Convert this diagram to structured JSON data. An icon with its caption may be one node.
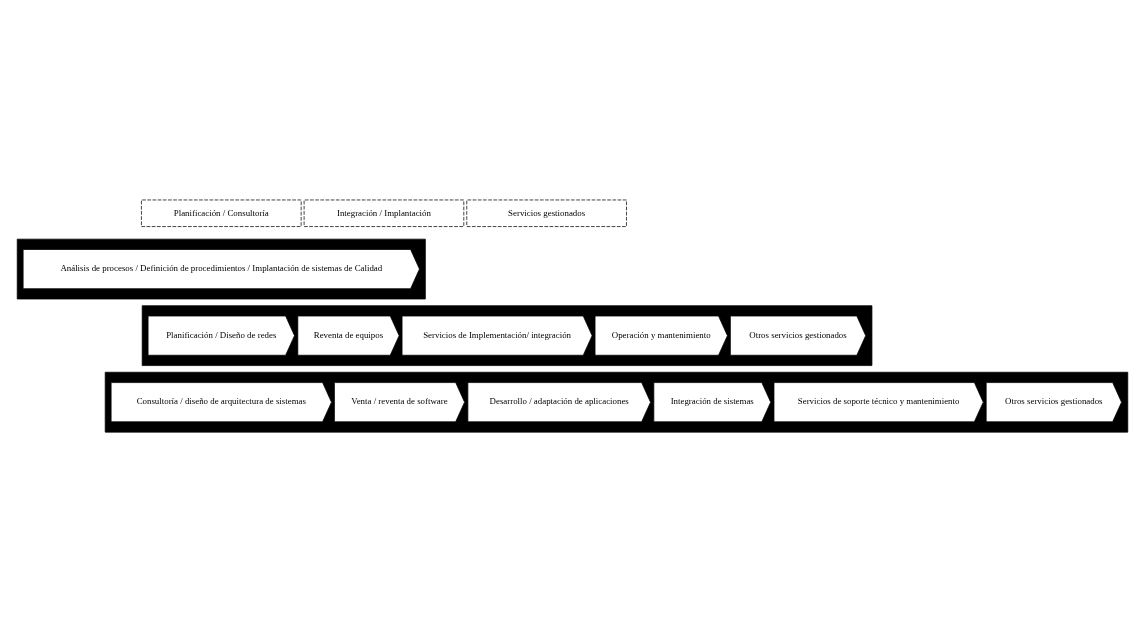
{
  "diagram": {
    "nodes": [
      {
        "text": [
          "Planificación / Consultoría"
        ]
      },
      {
        "text": [
          "Integración / Implantación"
        ]
      },
      {
        "text": [
          "Servicios gestionados"
        ]
      },
      {
        "text": [],
        "shape": "arrow"
      },
      {
        "text": [
          "Análisis de procesos / Definición de procedimientos / Implantación de sistemas de Calidad"
        ],
        "in": 3
      },
      {
        "text": [],
        "shape": "arrow"
      },
      {
        "text": [
          "Planificación / Diseño de redes"
        ],
        "in": 5
      },
      {
        "text": [
          "Reventa de equipos"
        ],
        "in": 5
      },
      {
        "text": [
          "Servicios de Implementación/ integración"
        ],
        "in": 5
      },
      {
        "text": [
          "Operación y mantenimiento"
        ],
        "in": 5
      },
      {
        "text": [
          "Otros servicios gestionados"
        ],
        "in": 5
      },
      {
        "text": [],
        "shape": "arrow"
      },
      {
        "text": [
          "Consultoría / diseño de arquitectura de sistemas"
        ],
        "in": 11
      },
      {
        "text": [
          "Venta / reventa de software"
        ],
        "in": 11
      },
      {
        "text": [
          "Desarrollo / adaptación de aplicaciones"
        ],
        "in": 11
      },
      {
        "text": [
          "Integración de sistemas"
        ],
        "in": 11
      },
      {
        "text": [
          "Servicios de soporte técnico y mantenimiento"
        ],
        "in": 11
      },
      {
        "text": [
          "Otros servicios gestionados"
        ],
        "in": 11
      }
    ],
    "edges": []
  }
}
